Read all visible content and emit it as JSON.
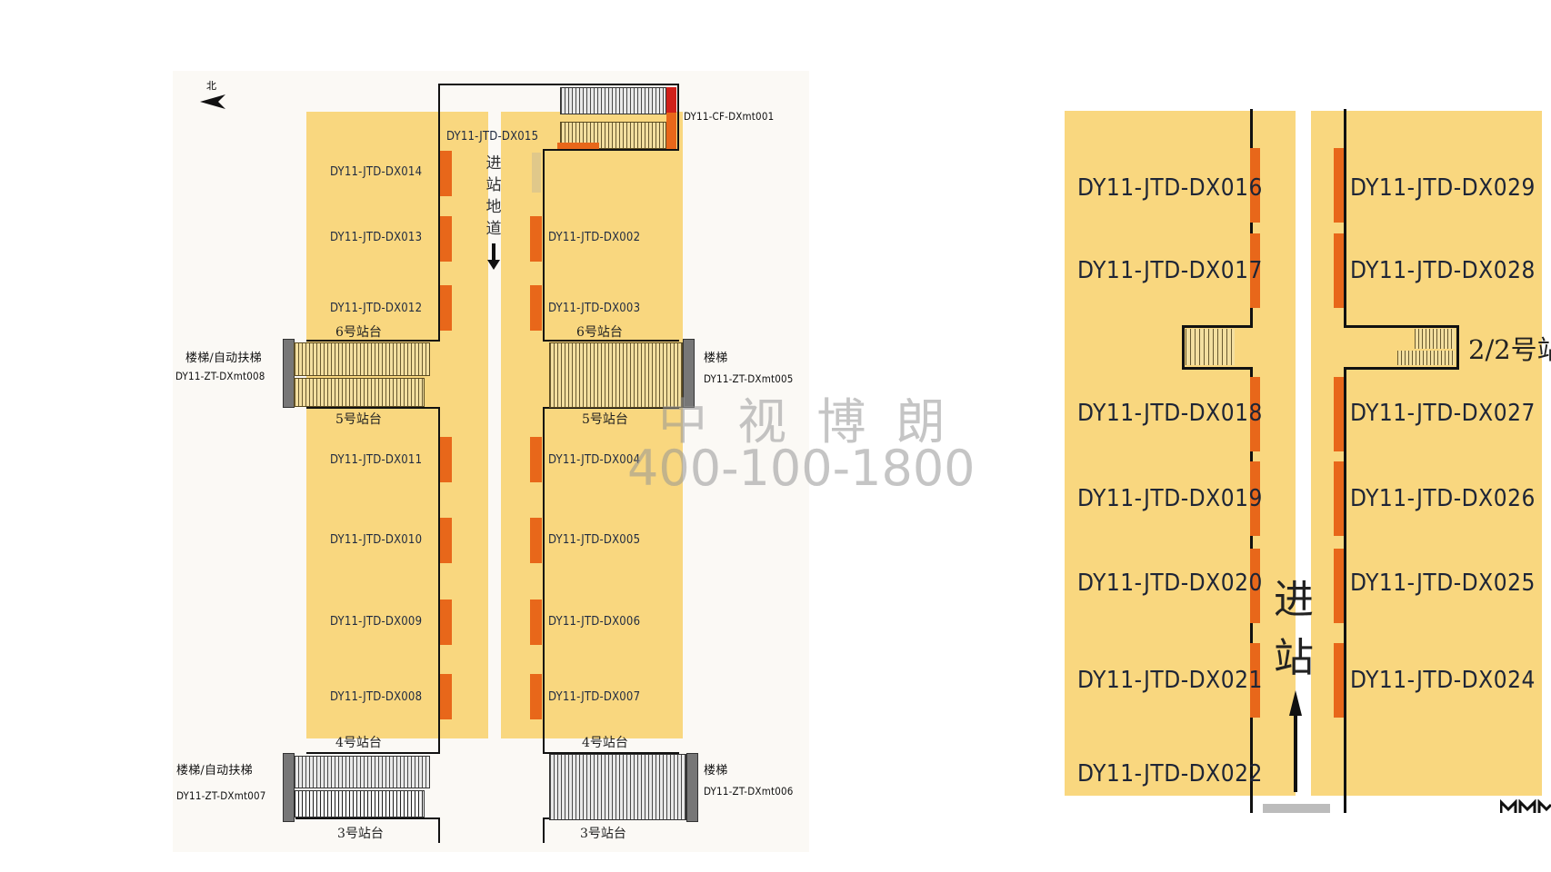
{
  "compass": {
    "label": "北"
  },
  "entrance_passage": {
    "label_chars": [
      "进",
      "站",
      "地",
      "道"
    ]
  },
  "right_entrance": {
    "label_chars": [
      "进",
      "站"
    ]
  },
  "top": {
    "cf_label": "DY11-CF-DXmt001",
    "dx015": "DY11-JTD-DX015"
  },
  "left_labels": [
    "DY11-JTD-DX014",
    "DY11-JTD-DX013",
    "DY11-JTD-DX012",
    "DY11-JTD-DX011",
    "DY11-JTD-DX010",
    "DY11-JTD-DX009",
    "DY11-JTD-DX008"
  ],
  "mid_labels": [
    "DY11-JTD-DX002",
    "DY11-JTD-DX003",
    "DY11-JTD-DX004",
    "DY11-JTD-DX005",
    "DY11-JTD-DX006",
    "DY11-JTD-DX007"
  ],
  "platforms": {
    "p6_left": "6号站台",
    "p6_right": "6号站台",
    "p5_left": "5号站台",
    "p5_right": "5号站台",
    "p4_left": "4号站台",
    "p4_right": "4号站台",
    "p3_left": "3号站台",
    "p3_right": "3号站台"
  },
  "stairs": {
    "upper_left_title": "楼梯/自动扶梯",
    "upper_left_code": "DY11-ZT-DXmt008",
    "upper_right_title": "楼梯",
    "upper_right_code": "DY11-ZT-DXmt005",
    "lower_left_title": "楼梯/自动扶梯",
    "lower_left_code": "DY11-ZT-DXmt007",
    "lower_right_title": "楼梯",
    "lower_right_code": "DY11-ZT-DXmt006"
  },
  "right_left_labels": [
    "DY11-JTD-DX016",
    "DY11-JTD-DX017",
    "DY11-JTD-DX018",
    "DY11-JTD-DX019",
    "DY11-JTD-DX020",
    "DY11-JTD-DX021",
    "DY11-JTD-DX022"
  ],
  "right_right_labels": [
    "DY11-JTD-DX029",
    "DY11-JTD-DX028",
    "DY11-JTD-DX027",
    "DY11-JTD-DX026",
    "DY11-JTD-DX025",
    "DY11-JTD-DX024"
  ],
  "right_platform_partial": "2/2号站",
  "watermark": {
    "name": "中 视 博 朗",
    "phone": "400-100-1800"
  },
  "colors": {
    "zone": "#f9d77f",
    "marker": "#e8671a",
    "wall": "#111111"
  }
}
